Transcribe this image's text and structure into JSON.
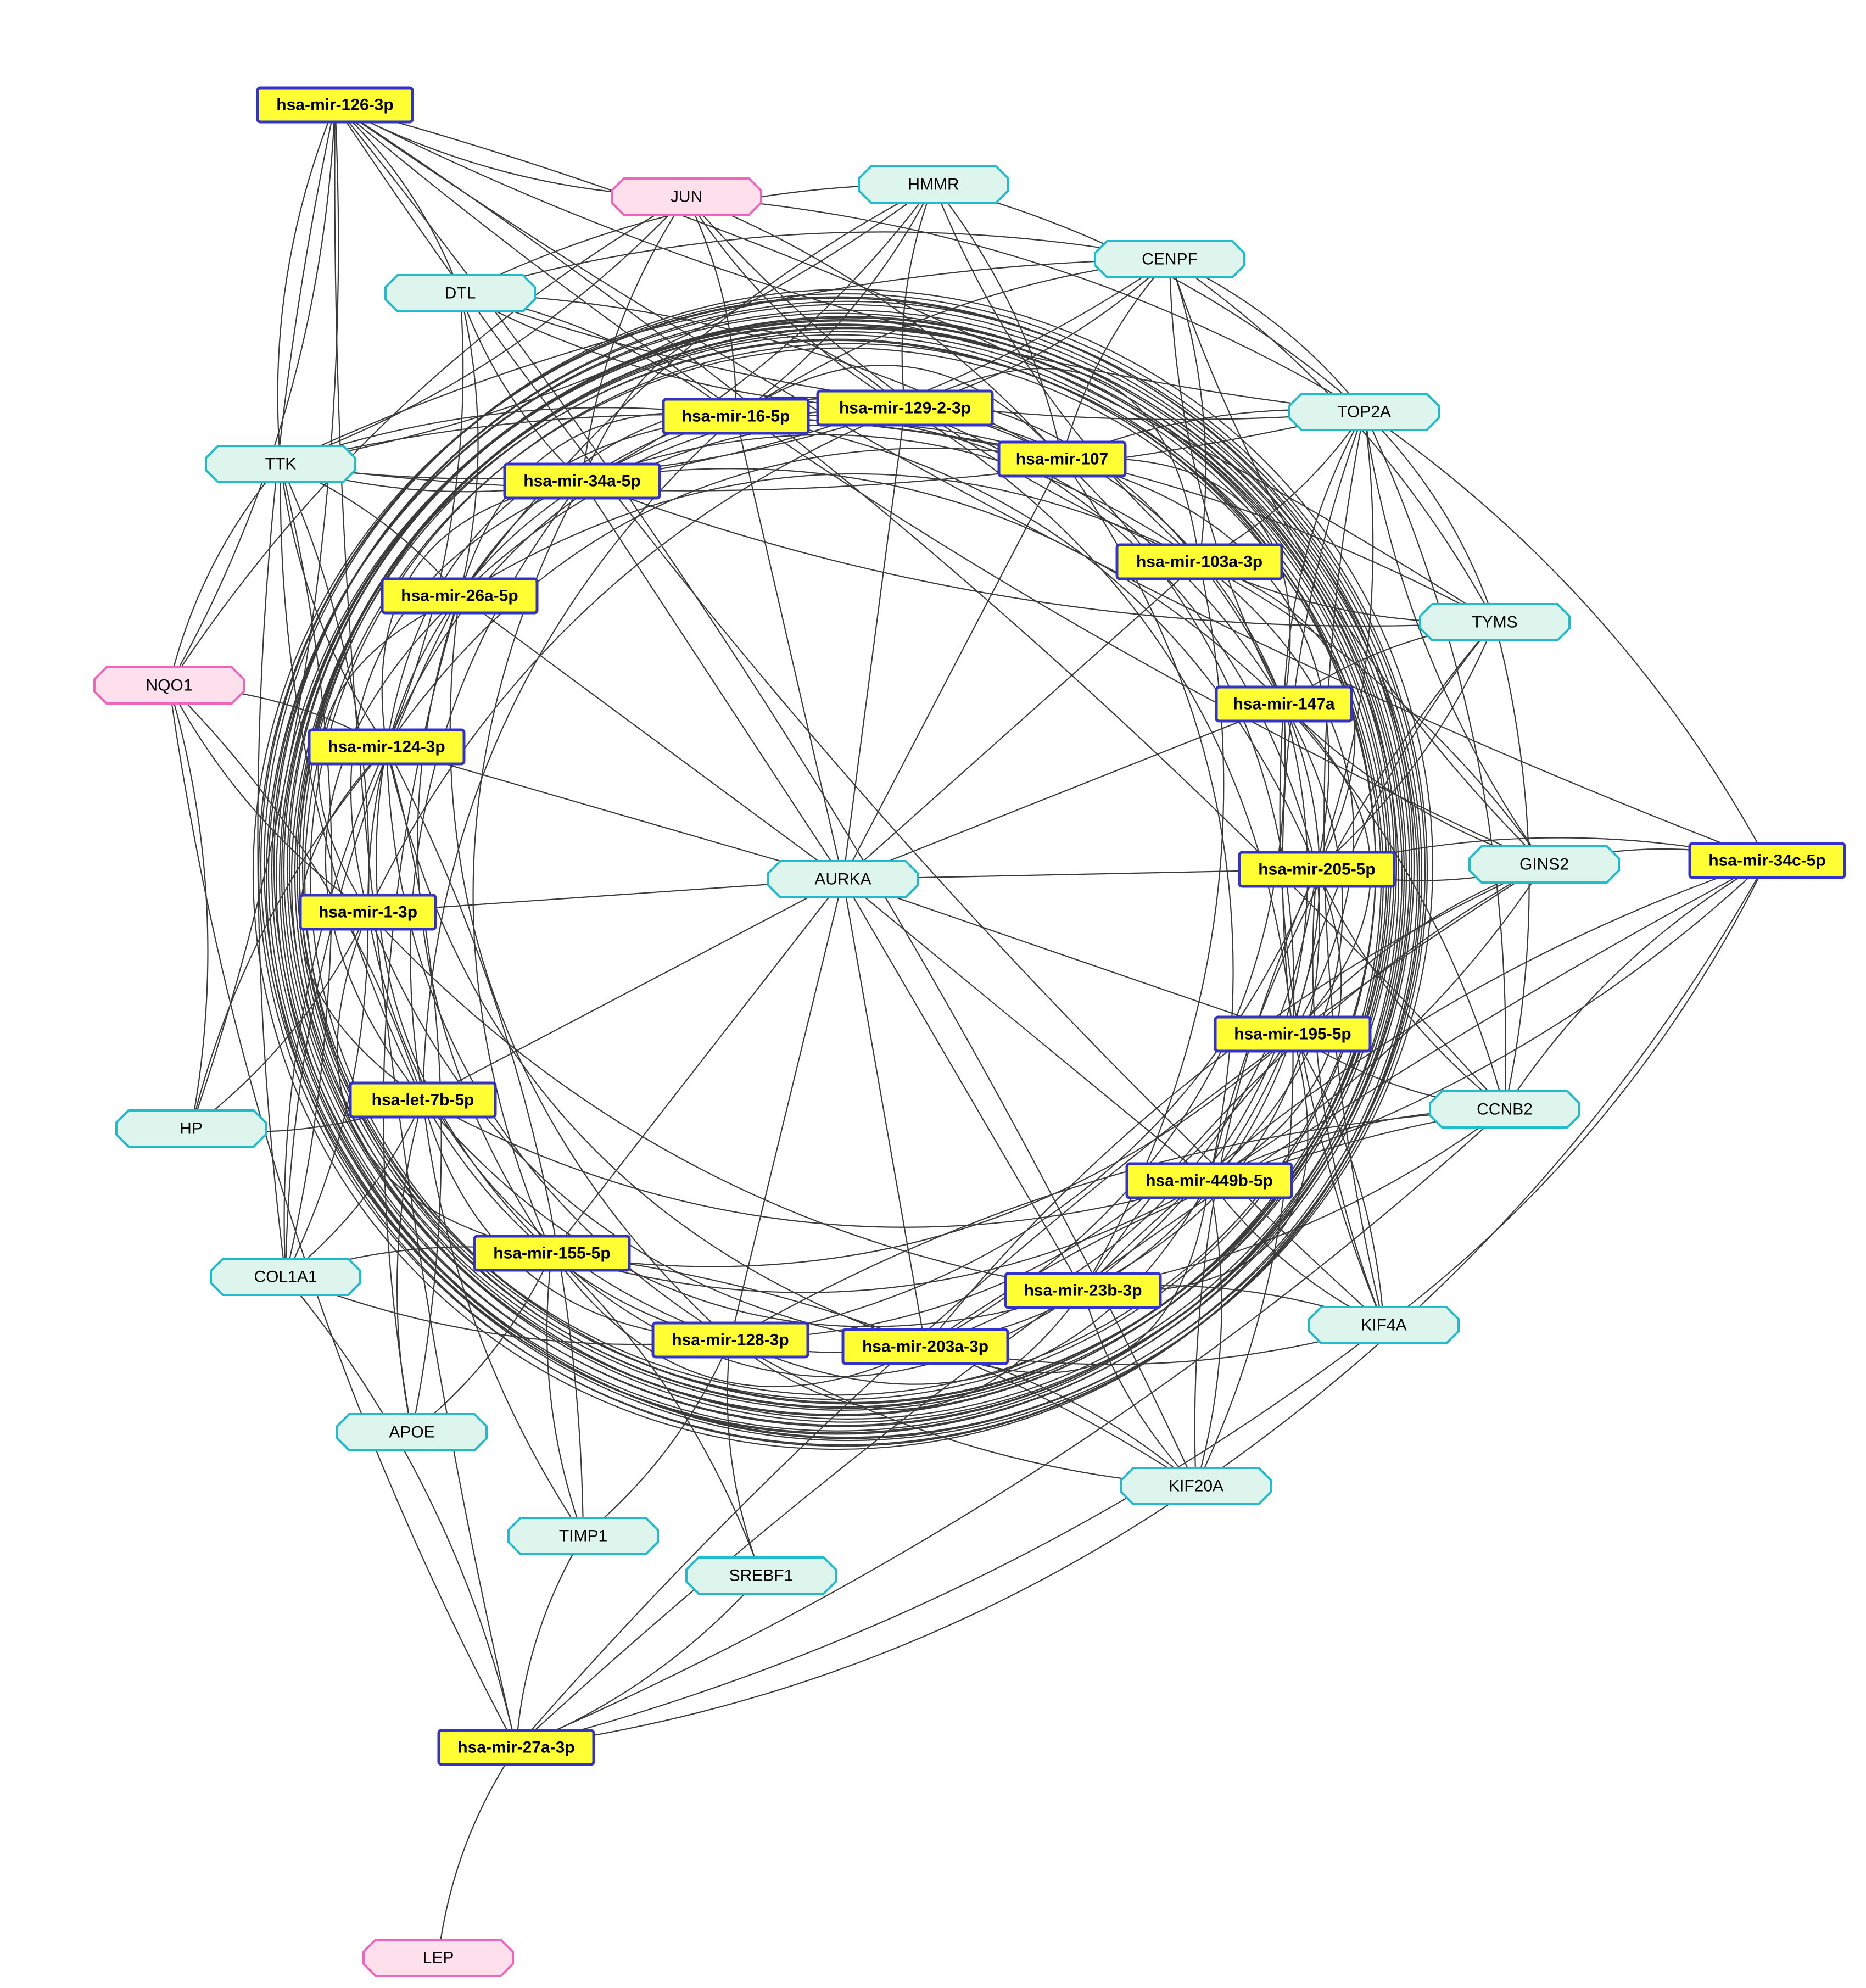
{
  "colors": {
    "mirna_fill": "#ffff33",
    "mirna_border": "#3333cc",
    "gene_fill": "#ddf5ec",
    "gene_border": "#22bbcc",
    "hub_fill": "#fde0ec",
    "hub_border": "#ee66bb"
  },
  "nodes": [
    {
      "id": "m126",
      "label": "hsa-mir-126-3p",
      "type": "mirna"
    },
    {
      "id": "jun",
      "label": "JUN",
      "type": "hub"
    },
    {
      "id": "hmmr",
      "label": "HMMR",
      "type": "gene"
    },
    {
      "id": "cenpf",
      "label": "CENPF",
      "type": "gene"
    },
    {
      "id": "dtl",
      "label": "DTL",
      "type": "gene"
    },
    {
      "id": "m16",
      "label": "hsa-mir-16-5p",
      "type": "mirna"
    },
    {
      "id": "m129",
      "label": "hsa-mir-129-2-3p",
      "type": "mirna"
    },
    {
      "id": "top2a",
      "label": "TOP2A",
      "type": "gene"
    },
    {
      "id": "ttk",
      "label": "TTK",
      "type": "gene"
    },
    {
      "id": "m34a",
      "label": "hsa-mir-34a-5p",
      "type": "mirna"
    },
    {
      "id": "m107",
      "label": "hsa-mir-107",
      "type": "mirna"
    },
    {
      "id": "m103",
      "label": "hsa-mir-103a-3p",
      "type": "mirna"
    },
    {
      "id": "m26",
      "label": "hsa-mir-26a-5p",
      "type": "mirna"
    },
    {
      "id": "tyms",
      "label": "TYMS",
      "type": "gene"
    },
    {
      "id": "nqo1",
      "label": "NQO1",
      "type": "hub"
    },
    {
      "id": "m147",
      "label": "hsa-mir-147a",
      "type": "mirna"
    },
    {
      "id": "m124",
      "label": "hsa-mir-124-3p",
      "type": "mirna"
    },
    {
      "id": "aurka",
      "label": "AURKA",
      "type": "gene"
    },
    {
      "id": "m205",
      "label": "hsa-mir-205-5p",
      "type": "mirna"
    },
    {
      "id": "gins2",
      "label": "GINS2",
      "type": "gene"
    },
    {
      "id": "m34c",
      "label": "hsa-mir-34c-5p",
      "type": "mirna"
    },
    {
      "id": "m1",
      "label": "hsa-mir-1-3p",
      "type": "mirna"
    },
    {
      "id": "m195",
      "label": "hsa-mir-195-5p",
      "type": "mirna"
    },
    {
      "id": "let7b",
      "label": "hsa-let-7b-5p",
      "type": "mirna"
    },
    {
      "id": "ccnb2",
      "label": "CCNB2",
      "type": "gene"
    },
    {
      "id": "hp",
      "label": "HP",
      "type": "gene"
    },
    {
      "id": "m449",
      "label": "hsa-mir-449b-5p",
      "type": "mirna"
    },
    {
      "id": "m155",
      "label": "hsa-mir-155-5p",
      "type": "mirna"
    },
    {
      "id": "col1a1",
      "label": "COL1A1",
      "type": "gene"
    },
    {
      "id": "m23",
      "label": "hsa-mir-23b-3p",
      "type": "mirna"
    },
    {
      "id": "kif4a",
      "label": "KIF4A",
      "type": "gene"
    },
    {
      "id": "m128",
      "label": "hsa-mir-128-3p",
      "type": "mirna"
    },
    {
      "id": "m203",
      "label": "hsa-mir-203a-3p",
      "type": "mirna"
    },
    {
      "id": "apoe",
      "label": "APOE",
      "type": "gene"
    },
    {
      "id": "kif20a",
      "label": "KIF20A",
      "type": "gene"
    },
    {
      "id": "timp1",
      "label": "TIMP1",
      "type": "gene"
    },
    {
      "id": "srebf1",
      "label": "SREBF1",
      "type": "gene"
    },
    {
      "id": "m27",
      "label": "hsa-mir-27a-3p",
      "type": "mirna"
    },
    {
      "id": "lep",
      "label": "LEP",
      "type": "hub"
    }
  ],
  "edges": [
    [
      "aurka",
      "m16"
    ],
    [
      "aurka",
      "m129"
    ],
    [
      "aurka",
      "m107"
    ],
    [
      "aurka",
      "m103"
    ],
    [
      "aurka",
      "m147"
    ],
    [
      "aurka",
      "m205"
    ],
    [
      "aurka",
      "m195"
    ],
    [
      "aurka",
      "m449"
    ],
    [
      "aurka",
      "m23"
    ],
    [
      "aurka",
      "m203"
    ],
    [
      "aurka",
      "m128"
    ],
    [
      "aurka",
      "m155"
    ],
    [
      "aurka",
      "let7b"
    ],
    [
      "aurka",
      "m1"
    ],
    [
      "aurka",
      "m124"
    ],
    [
      "aurka",
      "m26"
    ],
    [
      "aurka",
      "m34a"
    ],
    [
      "m126",
      "jun"
    ],
    [
      "m126",
      "dtl"
    ],
    [
      "m126",
      "ttk"
    ],
    [
      "m126",
      "nqo1"
    ],
    [
      "m126",
      "col1a1"
    ],
    [
      "m126",
      "hp"
    ],
    [
      "m126",
      "top2a"
    ],
    [
      "m126",
      "tyms"
    ],
    [
      "m126",
      "gins2"
    ],
    [
      "m126",
      "ccnb2"
    ],
    [
      "m126",
      "kif4a"
    ],
    [
      "m126",
      "kif20a"
    ],
    [
      "m126",
      "m34c"
    ],
    [
      "jun",
      "m16"
    ],
    [
      "jun",
      "m129"
    ],
    [
      "jun",
      "m107"
    ],
    [
      "jun",
      "m34a"
    ],
    [
      "jun",
      "top2a"
    ],
    [
      "jun",
      "m103"
    ],
    [
      "jun",
      "ttk"
    ],
    [
      "jun",
      "nqo1"
    ],
    [
      "hmmr",
      "m16"
    ],
    [
      "hmmr",
      "m129"
    ],
    [
      "hmmr",
      "m107"
    ],
    [
      "hmmr",
      "m103"
    ],
    [
      "hmmr",
      "m34a"
    ],
    [
      "hmmr",
      "m26"
    ],
    [
      "hmmr",
      "ttk"
    ],
    [
      "hmmr",
      "dtl"
    ],
    [
      "hmmr",
      "top2a"
    ],
    [
      "cenpf",
      "m16"
    ],
    [
      "cenpf",
      "m129"
    ],
    [
      "cenpf",
      "m107"
    ],
    [
      "cenpf",
      "m103"
    ],
    [
      "cenpf",
      "m147"
    ],
    [
      "cenpf",
      "m34a"
    ],
    [
      "cenpf",
      "dtl"
    ],
    [
      "cenpf",
      "top2a"
    ],
    [
      "cenpf",
      "ttk"
    ],
    [
      "cenpf",
      "tyms"
    ],
    [
      "cenpf",
      "gins2"
    ],
    [
      "dtl",
      "m16"
    ],
    [
      "dtl",
      "m34a"
    ],
    [
      "dtl",
      "m26"
    ],
    [
      "dtl",
      "m129"
    ],
    [
      "dtl",
      "m107"
    ],
    [
      "dtl",
      "top2a"
    ],
    [
      "dtl",
      "m124"
    ],
    [
      "ttk",
      "m34a"
    ],
    [
      "ttk",
      "m26"
    ],
    [
      "ttk",
      "m124"
    ],
    [
      "ttk",
      "m1"
    ],
    [
      "ttk",
      "let7b"
    ],
    [
      "ttk",
      "col1a1"
    ],
    [
      "ttk",
      "top2a"
    ],
    [
      "ttk",
      "m16"
    ],
    [
      "ttk",
      "m129"
    ],
    [
      "ttk",
      "m107"
    ],
    [
      "ttk",
      "nqo1"
    ],
    [
      "top2a",
      "m103"
    ],
    [
      "top2a",
      "m147"
    ],
    [
      "top2a",
      "m205"
    ],
    [
      "top2a",
      "m195"
    ],
    [
      "top2a",
      "tyms"
    ],
    [
      "top2a",
      "gins2"
    ],
    [
      "top2a",
      "ccnb2"
    ],
    [
      "top2a",
      "kif4a"
    ],
    [
      "top2a",
      "m34c"
    ],
    [
      "top2a",
      "m107"
    ],
    [
      "tyms",
      "m103"
    ],
    [
      "tyms",
      "m147"
    ],
    [
      "tyms",
      "m205"
    ],
    [
      "tyms",
      "m195"
    ],
    [
      "tyms",
      "ccnb2"
    ],
    [
      "tyms",
      "m449"
    ],
    [
      "tyms",
      "m34a"
    ],
    [
      "tyms",
      "m16"
    ],
    [
      "gins2",
      "m205"
    ],
    [
      "gins2",
      "m195"
    ],
    [
      "gins2",
      "m449"
    ],
    [
      "gins2",
      "m23"
    ],
    [
      "gins2",
      "m34c"
    ],
    [
      "gins2",
      "m103"
    ],
    [
      "gins2",
      "m147"
    ],
    [
      "gins2",
      "m203"
    ],
    [
      "ccnb2",
      "m195"
    ],
    [
      "ccnb2",
      "m449"
    ],
    [
      "ccnb2",
      "m23"
    ],
    [
      "ccnb2",
      "m203"
    ],
    [
      "ccnb2",
      "m205"
    ],
    [
      "ccnb2",
      "m147"
    ],
    [
      "ccnb2",
      "m34c"
    ],
    [
      "ccnb2",
      "m128"
    ],
    [
      "kif4a",
      "m449"
    ],
    [
      "kif4a",
      "m23"
    ],
    [
      "kif4a",
      "m203"
    ],
    [
      "kif4a",
      "m195"
    ],
    [
      "kif4a",
      "m205"
    ],
    [
      "kif4a",
      "m34c"
    ],
    [
      "kif4a",
      "m147"
    ],
    [
      "kif20a",
      "m203"
    ],
    [
      "kif20a",
      "m23"
    ],
    [
      "kif20a",
      "m449"
    ],
    [
      "kif20a",
      "m128"
    ],
    [
      "kif20a",
      "m155"
    ],
    [
      "kif20a",
      "m27"
    ],
    [
      "kif20a",
      "m195"
    ],
    [
      "kif20a",
      "m205"
    ],
    [
      "kif20a",
      "m34c"
    ],
    [
      "nqo1",
      "m124"
    ],
    [
      "nqo1",
      "m1"
    ],
    [
      "nqo1",
      "hp"
    ],
    [
      "nqo1",
      "m27"
    ],
    [
      "nqo1",
      "let7b"
    ],
    [
      "hp",
      "let7b"
    ],
    [
      "hp",
      "m124"
    ],
    [
      "hp",
      "m1"
    ],
    [
      "col1a1",
      "m155"
    ],
    [
      "col1a1",
      "let7b"
    ],
    [
      "col1a1",
      "m124"
    ],
    [
      "col1a1",
      "m1"
    ],
    [
      "col1a1",
      "m27"
    ],
    [
      "col1a1",
      "m128"
    ],
    [
      "col1a1",
      "m26"
    ],
    [
      "apoe",
      "m155"
    ],
    [
      "apoe",
      "let7b"
    ],
    [
      "apoe",
      "m124"
    ],
    [
      "apoe",
      "m26"
    ],
    [
      "timp1",
      "m128"
    ],
    [
      "timp1",
      "m155"
    ],
    [
      "timp1",
      "m27"
    ],
    [
      "timp1",
      "let7b"
    ],
    [
      "timp1",
      "m124"
    ],
    [
      "srebf1",
      "m128"
    ],
    [
      "srebf1",
      "m155"
    ],
    [
      "srebf1",
      "m27"
    ],
    [
      "m27",
      "lep"
    ],
    [
      "m27",
      "m126"
    ],
    [
      "m27",
      "kif4a"
    ],
    [
      "m27",
      "gins2"
    ],
    [
      "m27",
      "ccnb2"
    ],
    [
      "m27",
      "m34c"
    ],
    [
      "m34c",
      "m205"
    ],
    [
      "m34c",
      "m449"
    ],
    [
      "m34c",
      "m23"
    ]
  ]
}
